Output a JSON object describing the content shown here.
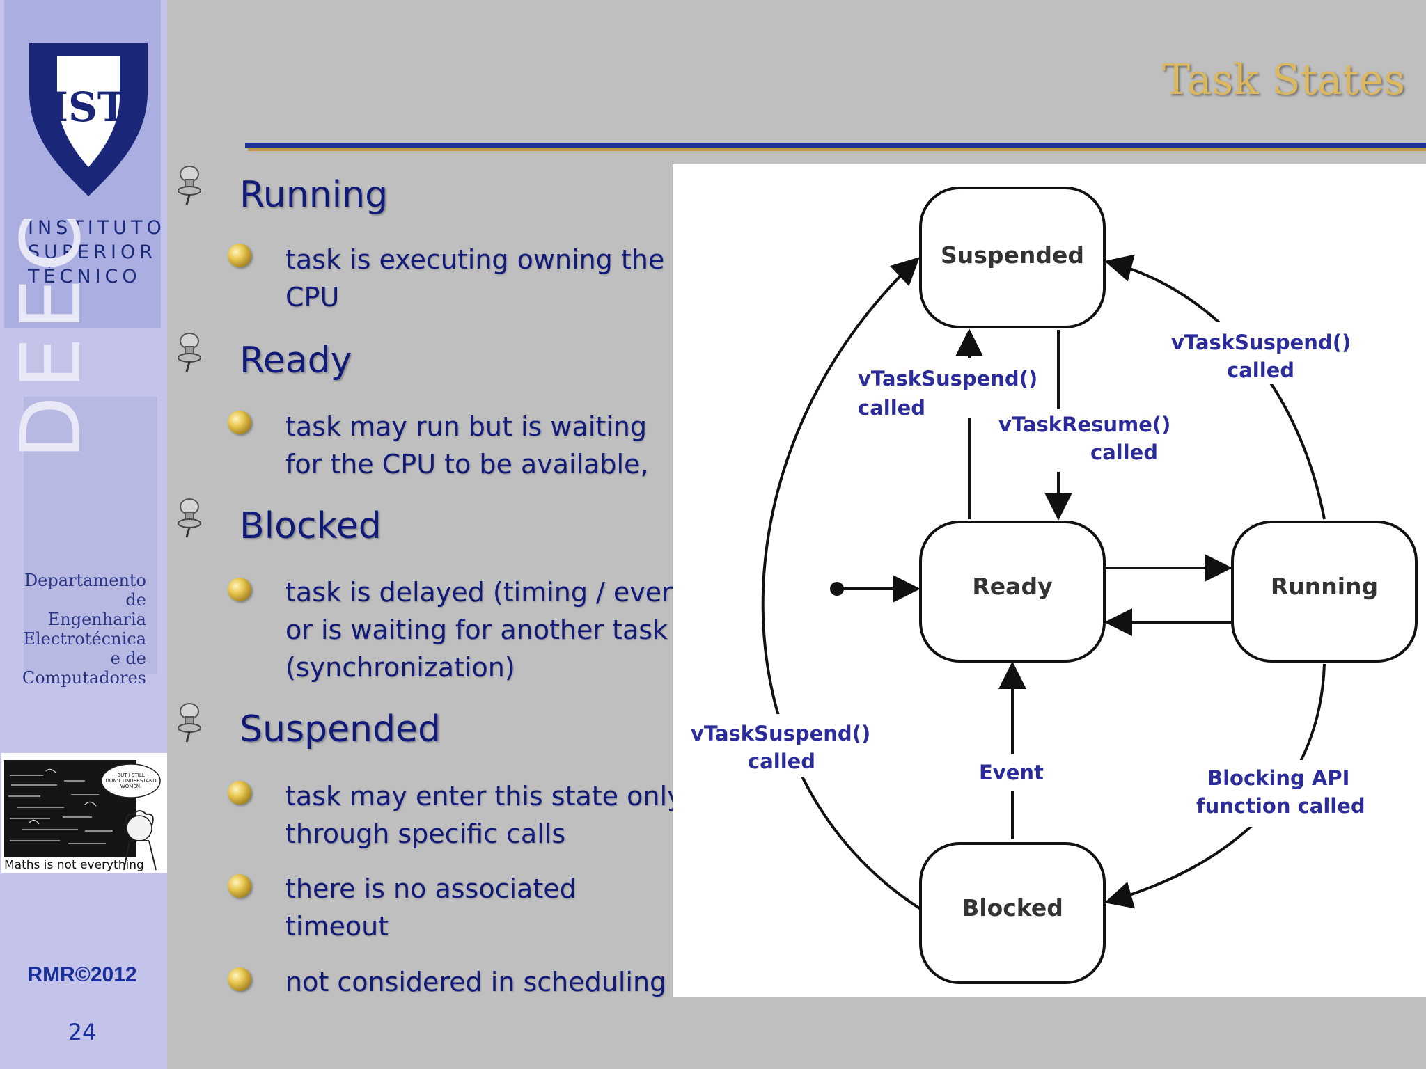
{
  "slide": {
    "title": "Task States",
    "page_number": "24",
    "copyright": "RMR©2012"
  },
  "sidebar": {
    "institute_lines": [
      "INSTITUTO",
      "SUPERIOR",
      "TÉCNICO"
    ],
    "shield_monogram": "IST",
    "dept_letters": "DEEC",
    "dept_lines": [
      "Departamento",
      "de Engenharia",
      "Electrotécnica",
      "e de",
      "Computadores"
    ],
    "cartoon_caption": "Maths is not everything",
    "cartoon_bubble": "BUT I STILL DON'T UNDERSTAND WOMEN."
  },
  "bullets": [
    {
      "heading": "Running",
      "items": [
        [
          "task is executing owning the",
          "CPU"
        ]
      ]
    },
    {
      "heading": "Ready",
      "items": [
        [
          "task may run but is waiting",
          "for the CPU to be available,"
        ]
      ]
    },
    {
      "heading": "Blocked",
      "items": [
        [
          "task is delayed (timing / event)",
          "or is waiting for another task",
          "(synchronization)"
        ]
      ]
    },
    {
      "heading": "Suspended",
      "items": [
        [
          "task may enter this state only",
          "through specific calls"
        ],
        [
          "there is no associated",
          "timeout"
        ],
        [
          "not considered in scheduling"
        ]
      ]
    }
  ],
  "diagram": {
    "states": {
      "suspended": "Suspended",
      "ready": "Ready",
      "running": "Running",
      "blocked": "Blocked"
    },
    "edge_labels": {
      "ready_to_suspended": [
        "vTaskSuspend()",
        "called"
      ],
      "suspended_to_ready": [
        "vTaskResume()",
        "called"
      ],
      "running_to_suspended": [
        "vTaskSuspend()",
        "called"
      ],
      "blocked_to_suspended": [
        "vTaskSuspend()",
        "called"
      ],
      "blocked_to_ready": [
        "Event"
      ],
      "running_to_blocked": [
        "Blocking API",
        "function called"
      ]
    },
    "colors": {
      "label": "#2b2b9a",
      "line": "#111111"
    }
  },
  "colors": {
    "background": "#bfbfbf",
    "sidebar": "#c4c4ea",
    "text": "#111a78",
    "title": "#dcb85e",
    "rule": "#1f2e98"
  }
}
